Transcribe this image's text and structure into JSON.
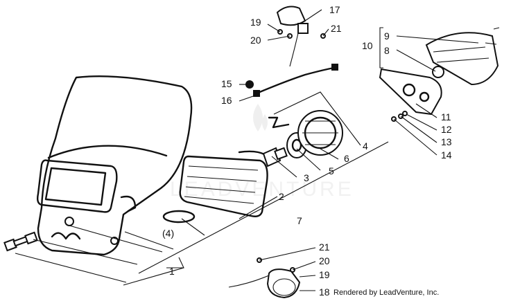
{
  "callouts": {
    "c1": "1",
    "c2": "2",
    "c3": "3",
    "c4": "4",
    "c4p": "(4)",
    "c5": "5",
    "c6": "6",
    "c7": "7",
    "c8": "8",
    "c9": "9",
    "c10": "10",
    "c11": "11",
    "c12": "12",
    "c13": "13",
    "c14": "14",
    "c15": "15",
    "c16": "16",
    "c17": "17",
    "c18": "18",
    "c19a": "19",
    "c19b": "19",
    "c20a": "20",
    "c20b": "20",
    "c21a": "21",
    "c21b": "21"
  },
  "watermark": "LEADVENTURE",
  "credit": "Rendered by LeadVenture, Inc."
}
